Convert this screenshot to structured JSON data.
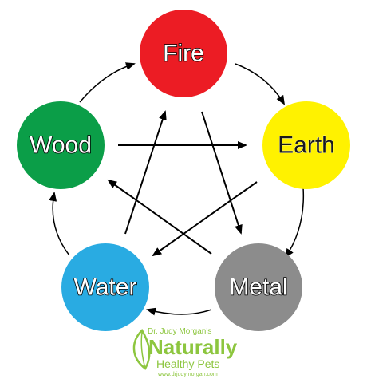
{
  "diagram": {
    "nodes": [
      {
        "id": "fire",
        "label": "Fire",
        "color": "#ec1c24"
      },
      {
        "id": "earth",
        "label": "Earth",
        "color": "#fff200"
      },
      {
        "id": "metal",
        "label": "Metal",
        "color": "#8c8c8c"
      },
      {
        "id": "water",
        "label": "Water",
        "color": "#29abe2"
      },
      {
        "id": "wood",
        "label": "Wood",
        "color": "#0b9e48"
      }
    ],
    "generating_cycle": [
      [
        "fire",
        "earth"
      ],
      [
        "earth",
        "metal"
      ],
      [
        "metal",
        "water"
      ],
      [
        "water",
        "wood"
      ],
      [
        "wood",
        "fire"
      ]
    ],
    "controlling_cycle": [
      [
        "wood",
        "earth"
      ],
      [
        "earth",
        "water"
      ],
      [
        "water",
        "fire"
      ],
      [
        "fire",
        "metal"
      ],
      [
        "metal",
        "wood"
      ]
    ]
  },
  "logo": {
    "line1": "Dr. Judy Morgan's",
    "line2": "Naturally",
    "line3": "Healthy Pets",
    "line4": "www.drjudymorgan.com",
    "color": "#8dc63f",
    "icon": "leaf-icon"
  }
}
